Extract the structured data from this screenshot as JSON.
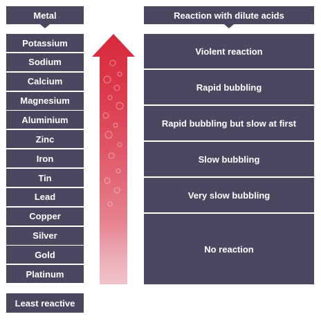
{
  "headers": {
    "metal": "Metal",
    "reaction": "Reaction with dilute acids"
  },
  "metals": [
    "Potassium",
    "Sodium",
    "Calcium",
    "Magnesium",
    "Aluminium",
    "Zinc",
    "Iron",
    "Tin",
    "Lead",
    "Copper",
    "Silver",
    "Gold",
    "Platinum"
  ],
  "reactions": [
    "Violent reaction",
    "Rapid bubbling",
    "Rapid bubbling but slow at first",
    "Slow bubbling",
    "Very slow bubbling",
    "No reaction"
  ],
  "footer": {
    "least_reactive": "Least reactive"
  },
  "arrow": {
    "gradient_colors": [
      "#d8293c",
      "#dc3f50",
      "#df5566",
      "#e36b7a",
      "#e7828f",
      "#ebaab3",
      "#f0c4ca"
    ]
  }
}
